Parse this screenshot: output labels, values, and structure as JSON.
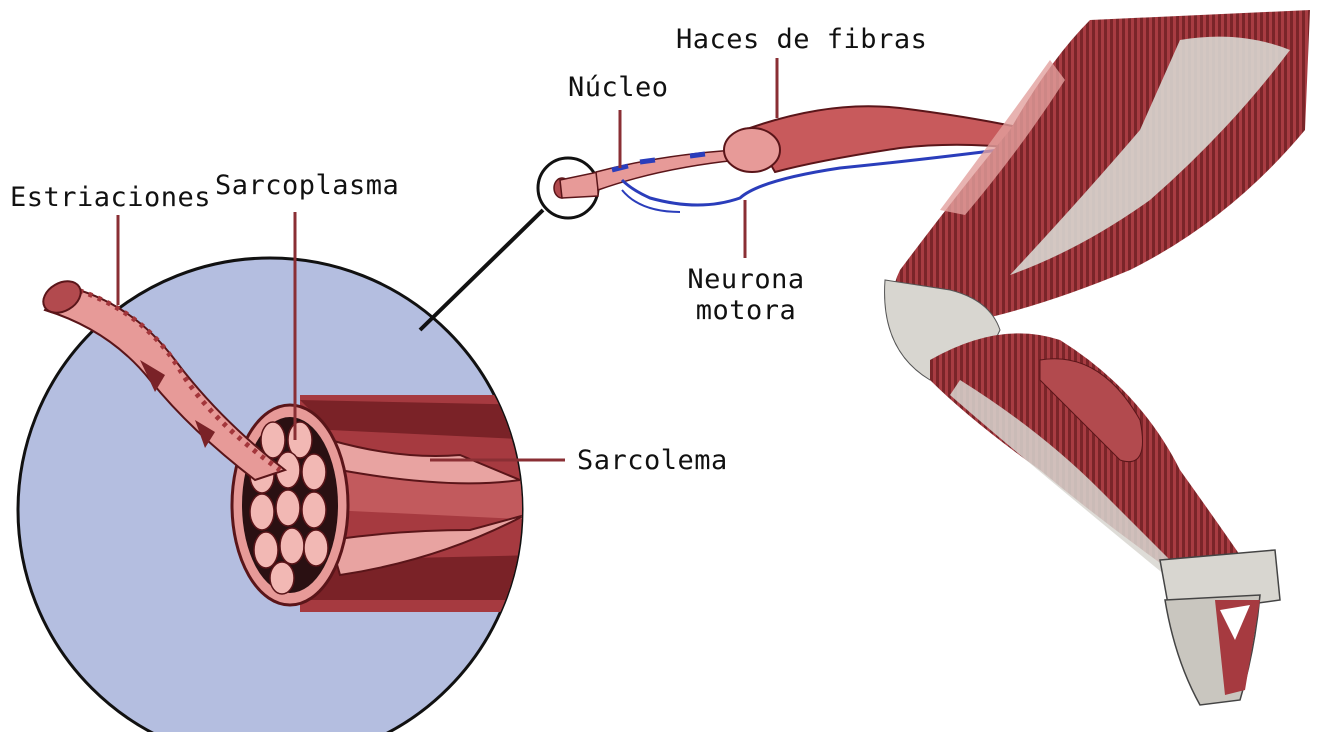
{
  "labels": {
    "estriaciones": "Estriaciones",
    "sarcoplasma": "Sarcoplasma",
    "nucleo": "Núcleo",
    "haces_de_fibras": "Haces de fibras",
    "neurona_motora_line1": "Neurona",
    "neurona_motora_line2": "motora",
    "sarcolema": "Sarcolema"
  },
  "colors": {
    "muscle_dark": "#6e1f22",
    "muscle": "#b24a4e",
    "muscle_light": "#e79a98",
    "tendon": "#d8d6d0",
    "magnify_bg": "#b4bee0",
    "nerve": "#2a3dbb",
    "leader": "#8a2f34"
  }
}
